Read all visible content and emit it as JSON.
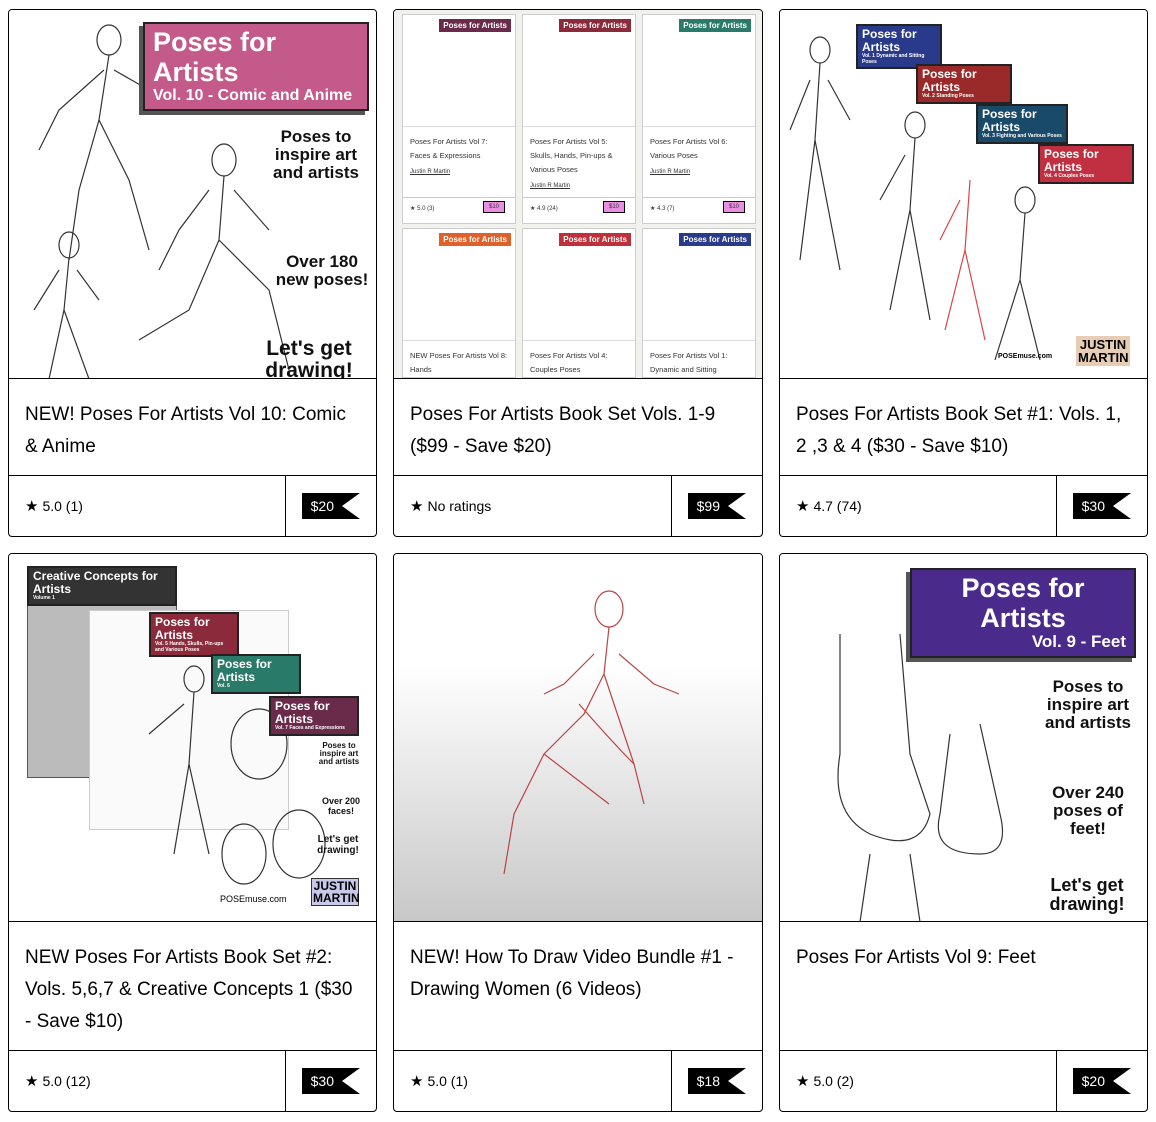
{
  "products": [
    {
      "title": "NEW! Poses For Artists Vol 10: Comic & Anime",
      "rating": "5.0 (1)",
      "price": "$20",
      "cover": {
        "banner": "Poses for Artists",
        "banner_sub": "Vol. 10 - Comic and Anime",
        "color": "#c45a8a",
        "blurb1": "Poses to inspire art and artists",
        "blurb2": "Over 180 new poses!",
        "blurb3": "Let's get drawing!"
      }
    },
    {
      "title": "Poses For Artists Book Set Vols. 1-9 ($99 - Save $20)",
      "rating": "No ratings",
      "price": "$99",
      "cover": {
        "minis": [
          {
            "title": "Poses For Artists Vol 7: Faces & Expressions",
            "author": "Justin R Martin",
            "rating": "5.0 (3)",
            "price": "$10",
            "color": "#6a2a4a"
          },
          {
            "title": "Poses For Artists Vol 5: Skulls, Hands, Pin-ups & Various Poses",
            "author": "Justin R Martin",
            "rating": "4.9 (24)",
            "price": "$10",
            "color": "#8a2a3a"
          },
          {
            "title": "Poses For Artists Vol 6: Various Poses",
            "author": "Justin R Martin",
            "rating": "4.3 (7)",
            "price": "$10",
            "color": "#2a7a6a"
          },
          {
            "title": "NEW Poses For Artists Vol 8: Hands",
            "color": "#e0602a"
          },
          {
            "title": "Poses For Artists Vol 4: Couples Poses",
            "color": "#c0303a"
          },
          {
            "title": "Poses For Artists Vol 1: Dynamic and Sitting",
            "color": "#2a3a8a"
          }
        ],
        "mini_banner": "Poses for Artists"
      }
    },
    {
      "title": "Poses For Artists Book Set #1: Vols. 1, 2 ,3 & 4 ($30 - Save $10)",
      "rating": "4.7 (74)",
      "price": "$30",
      "cover": {
        "banners": [
          {
            "text": "Poses for Artists",
            "sub": "Vol. 1 Dynamic and Sitting Poses",
            "color": "#2a3a8a"
          },
          {
            "text": "Poses for Artists",
            "sub": "Vol. 2 Standing Poses",
            "color": "#9a2a2a"
          },
          {
            "text": "Poses for Artists",
            "sub": "Vol. 3 Fighting and Various Poses",
            "color": "#1a4a6a"
          },
          {
            "text": "Poses for Artists",
            "sub": "Vol. 4 Couples Poses",
            "color": "#c03040"
          }
        ],
        "site": "POSEmuse.com",
        "author": "JUSTIN MARTIN"
      }
    },
    {
      "title": "NEW Poses For Artists Book Set #2: Vols. 5,6,7 & Creative Concepts 1 ($30 - Save $10)",
      "rating": "5.0 (12)",
      "price": "$30",
      "cover": {
        "banners": [
          {
            "text": "Creative Concepts for Artists",
            "sub": "Volume 1",
            "color": "#333333"
          },
          {
            "text": "Poses for Artists",
            "sub": "Vol. 5 Hands, Skulls, Pin-ups and Various Poses",
            "color": "#8a2a3a"
          },
          {
            "text": "Poses for Artists",
            "sub": "Vol. 6",
            "color": "#2a7a6a"
          },
          {
            "text": "Poses for Artists",
            "sub": "Vol. 7 Faces and Expressions",
            "color": "#6a2a4a"
          }
        ],
        "site": "POSEmuse.com",
        "author": "JUSTIN MARTIN",
        "blurb1": "Poses to inspire art and artists",
        "blurb2": "Over 200 faces!",
        "blurb3": "Let's get drawing!"
      }
    },
    {
      "title": "NEW! How To Draw Video Bundle #1 - Drawing Women (6 Videos)",
      "rating": "5.0 (1)",
      "price": "$18",
      "cover": {}
    },
    {
      "title": "Poses For Artists Vol 9: Feet",
      "rating": "5.0 (2)",
      "price": "$20",
      "cover": {
        "banner": "Poses for Artists",
        "banner_sub": "Vol. 9 - Feet",
        "color": "#4a2a8a",
        "blurb1": "Poses to inspire art and artists",
        "blurb2": "Over 240 poses of feet!",
        "blurb3": "Let's get drawing!"
      }
    }
  ],
  "icons": {
    "rating": "star-icon"
  }
}
